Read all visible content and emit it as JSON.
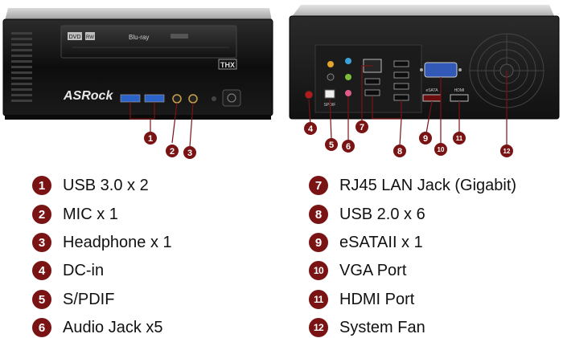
{
  "front_panel": {
    "drive_labels": {
      "dvd": "DVD",
      "rw": "RW",
      "bluray": "Blu-ray"
    },
    "brand": "ASRock",
    "thx": "THX",
    "callouts": [
      "1",
      "2",
      "3"
    ]
  },
  "rear_panel": {
    "port_labels": {
      "spdif": "SPDIF",
      "esata": "eSATA",
      "hdmi": "HDMI"
    },
    "callouts": [
      "4",
      "5",
      "6",
      "7",
      "8",
      "9",
      "10",
      "11",
      "12"
    ]
  },
  "legend": {
    "left": [
      {
        "num": "1",
        "text": "USB 3.0 x 2"
      },
      {
        "num": "2",
        "text": "MIC x 1"
      },
      {
        "num": "3",
        "text": "Headphone x 1"
      },
      {
        "num": "4",
        "text": "DC-in"
      },
      {
        "num": "5",
        "text": "S/PDIF"
      },
      {
        "num": "6",
        "text": "Audio Jack x5"
      }
    ],
    "right": [
      {
        "num": "7",
        "text": "RJ45 LAN Jack (Gigabit)"
      },
      {
        "num": "8",
        "text": "USB 2.0 x 6"
      },
      {
        "num": "9",
        "text": "eSATAII x 1"
      },
      {
        "num": "10",
        "text": "VGA Port"
      },
      {
        "num": "11",
        "text": "HDMI Port"
      },
      {
        "num": "12",
        "text": "System Fan"
      }
    ]
  },
  "colors": {
    "callout": "#7a1313",
    "chassis": "#141414",
    "usb3": "#2c63c8"
  }
}
